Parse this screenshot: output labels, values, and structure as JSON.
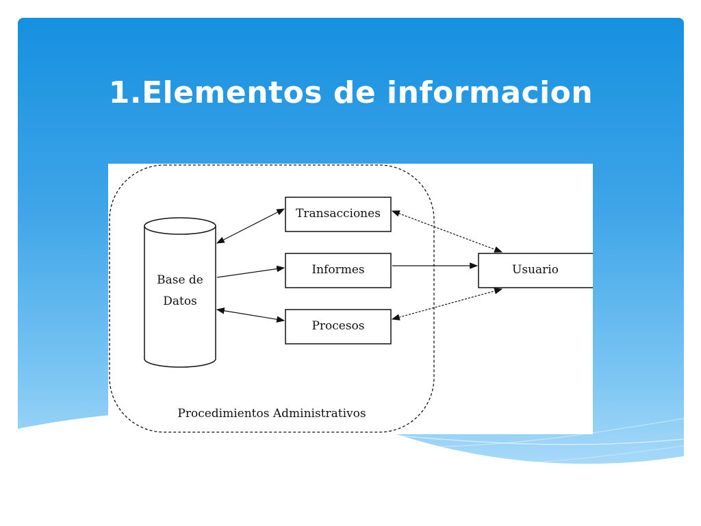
{
  "slide": {
    "title": "1.Elementos de informacion"
  },
  "diagram": {
    "database": {
      "label_line1": "Base de",
      "label_line2": "Datos"
    },
    "boxes": {
      "transacciones": "Transacciones",
      "informes": "Informes",
      "procesos": "Procesos",
      "usuario": "Usuario"
    },
    "boundary_label": "Procedimientos Administrativos"
  },
  "colors": {
    "gradient_top": "#1690df",
    "gradient_bottom": "#b9e1fa",
    "title_text": "#ffffff",
    "diagram_background": "#ffffff",
    "diagram_lines": "#111111"
  }
}
